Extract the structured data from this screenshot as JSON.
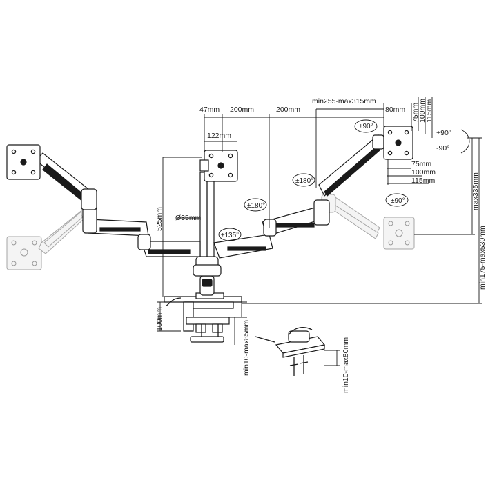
{
  "labels": {
    "clamp_offset": "47mm",
    "arm_seg_1": "200mm",
    "arm_seg_2": "200mm",
    "arm_extension": "min255-max315mm",
    "vesa_span": "80mm",
    "center_vesa": "122mm",
    "vesa_v_75": "75mm",
    "vesa_v_100": "100mm",
    "vesa_v_115": "115mm",
    "vesa_h_75": "75mm",
    "vesa_h_100": "100mm",
    "vesa_h_115": "115mm",
    "tilt_up": "+90°",
    "tilt_down": "-90°",
    "swivel_top": "±90°",
    "rotate_side": "±90°",
    "rotate_arm_right": "±180°",
    "rotate_arm_left": "±180°",
    "rotate_center": "±135°",
    "pole_height": "525mm",
    "pole_diameter": "Ø35mm",
    "vertical_travel": "max335mm",
    "monitor_height_range": "min175-max530mm",
    "base_height": "100mm",
    "clamp_range": "min10-max85mm",
    "grommet_range": "min10-max80mm"
  },
  "colors": {
    "ink": "#1a1a1a",
    "ghost": "#9a9a9a",
    "background": "#ffffff"
  }
}
